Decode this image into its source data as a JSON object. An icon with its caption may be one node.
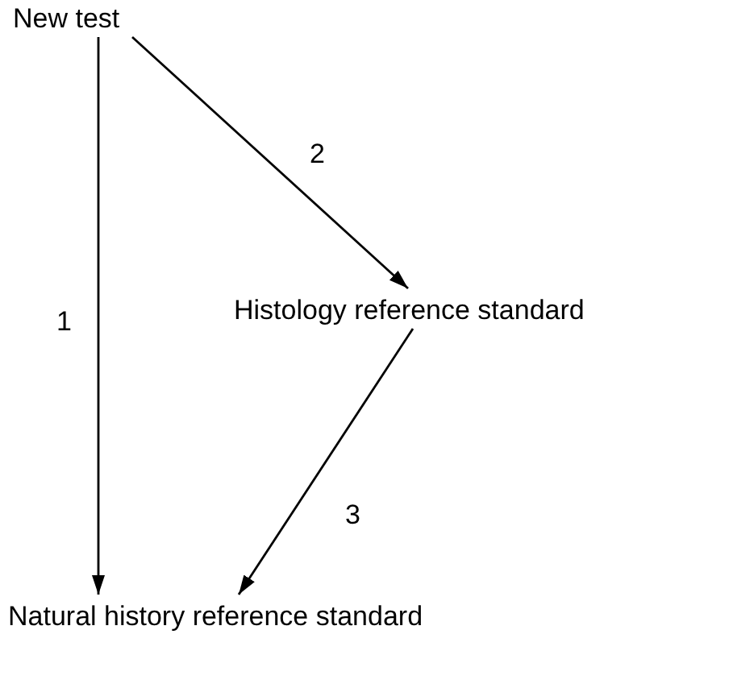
{
  "diagram": {
    "nodes": [
      {
        "text": [
          "New test"
        ]
      },
      {
        "text": [
          "Histology reference standard"
        ]
      },
      {
        "text": [
          "Natural history reference standard"
        ]
      }
    ],
    "edges": [
      {
        "from": 0,
        "to": 2,
        "arrow": "to",
        "label": "1"
      },
      {
        "from": 0,
        "to": 1,
        "arrow": "to",
        "label": "2"
      },
      {
        "from": 1,
        "to": 2,
        "arrow": "to",
        "label": "3"
      }
    ]
  }
}
